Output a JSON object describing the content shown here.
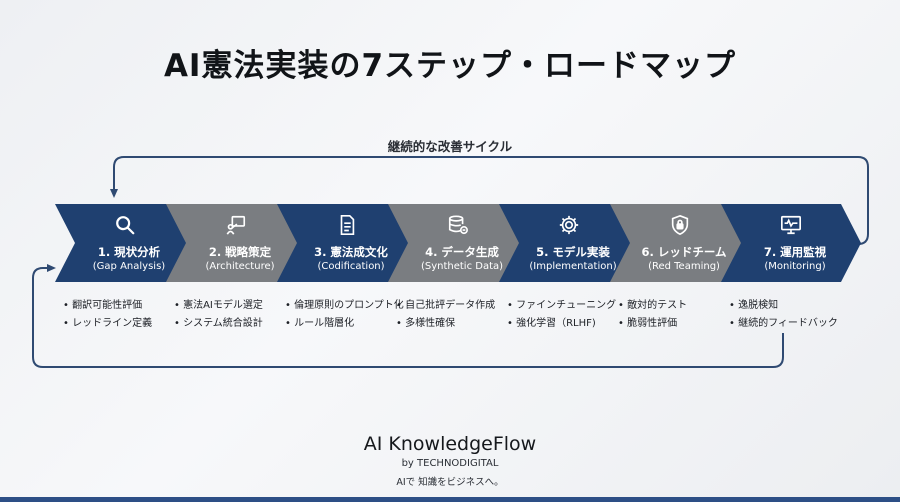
{
  "title": "AI憲法実装の7ステップ・ロードマップ",
  "loop_label": "継続的な改善サイクル",
  "colors": {
    "dark_step": "#1f4070",
    "grey_step": "#7a7d81",
    "loop_line": "#2f4a72"
  },
  "steps": [
    {
      "name": "1. 現状分析",
      "en": "(Gap Analysis)",
      "icon": "search-icon",
      "tone": "dark",
      "bullets": [
        "翻訳可能性評価",
        "レッドライン定義"
      ]
    },
    {
      "name": "2. 戦略策定",
      "en": "(Architecture)",
      "icon": "presentation-icon",
      "tone": "grey",
      "bullets": [
        "憲法AIモデル選定",
        "システム統合設計"
      ]
    },
    {
      "name": "3. 憲法成文化",
      "en": "(Codification)",
      "icon": "document-icon",
      "tone": "dark",
      "bullets": [
        "倫理原則のプロンプト化",
        "ルール階層化"
      ]
    },
    {
      "name": "4. データ生成",
      "en": "(Synthetic Data)",
      "icon": "database-refresh-icon",
      "tone": "grey",
      "bullets": [
        "自己批評データ作成",
        "多様性確保"
      ]
    },
    {
      "name": "5. モデル実装",
      "en": "(Implementation)",
      "icon": "gear-icon",
      "tone": "dark",
      "bullets": [
        "ファインチューニング",
        "強化学習（RLHF)"
      ]
    },
    {
      "name": "6. レッドチーム",
      "en": "(Red Teaming)",
      "icon": "lock-icon",
      "tone": "grey",
      "bullets": [
        "敵対的テスト",
        "脆弱性評価"
      ]
    },
    {
      "name": "7. 運用監視",
      "en": "(Monitoring)",
      "icon": "monitor-pulse-icon",
      "tone": "dark",
      "bullets": [
        "逸脱検知",
        "継続的フィードバック"
      ]
    }
  ],
  "brand": {
    "name": "AI KnowledgeFlow",
    "sub": "by TECHNODIGITAL",
    "tagline": "AIで 知識をビジネスへ。"
  }
}
